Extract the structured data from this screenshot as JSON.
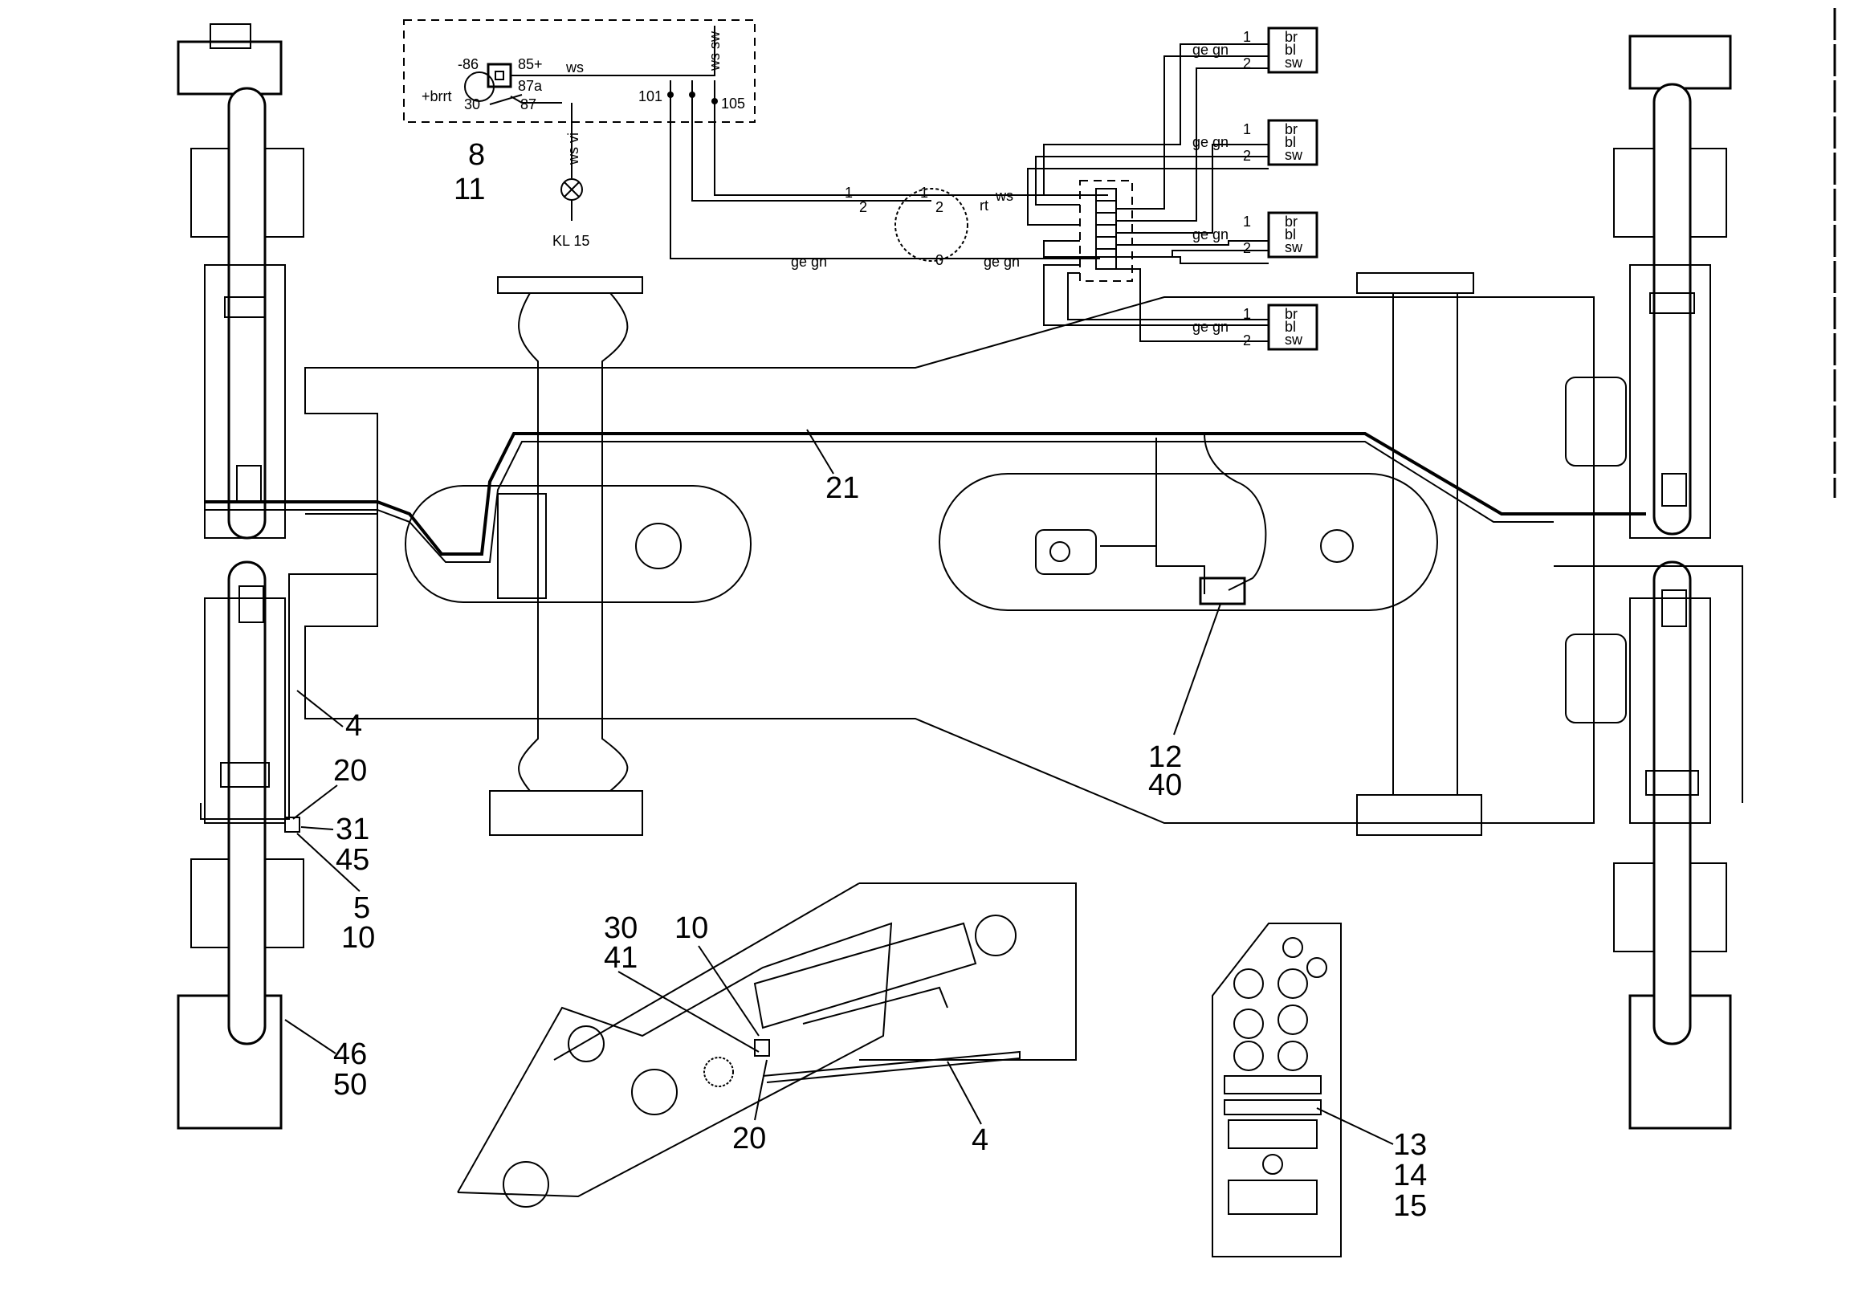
{
  "callouts": {
    "c8": "8",
    "c11": "11",
    "c21": "21",
    "c12": "12",
    "c40": "40",
    "c4a": "4",
    "c20a": "20",
    "c31": "31",
    "c45": "45",
    "c5": "5",
    "c10a": "10",
    "c46": "46",
    "c50": "50",
    "c30": "30",
    "c41": "41",
    "c10b": "10",
    "c20b": "20",
    "c4b": "4",
    "c13": "13",
    "c14": "14",
    "c15": "15"
  },
  "schematic": {
    "relay": {
      "t86": "-86",
      "t85": "85+",
      "t87a": "87a",
      "t30": "30",
      "t87": "87",
      "brrt": "+brrt"
    },
    "ws_top": "ws",
    "wssw": "ws sw",
    "wsvi": "ws vi",
    "kl15": "KL 15",
    "n101": "101",
    "n105": "105",
    "sensor": {
      "s1": "1",
      "s2a": "2",
      "s1b": "1",
      "s2b": "2",
      "s0": "0",
      "rt": "rt",
      "ws": "ws"
    },
    "gegn_left": "ge gn",
    "gegn_right": "ge gn"
  },
  "connectors": [
    {
      "p1": "1",
      "p2": "2",
      "mid": "ge gn",
      "pins": [
        "br",
        "bl",
        "sw"
      ]
    },
    {
      "p1": "1",
      "p2": "2",
      "mid": "ge gn",
      "pins": [
        "br",
        "bl",
        "sw"
      ]
    },
    {
      "p1": "1",
      "p2": "2",
      "mid": "ge gn",
      "pins": [
        "br",
        "bl",
        "sw"
      ]
    },
    {
      "p1": "1",
      "p2": "2",
      "mid": "ge gn",
      "pins": [
        "br",
        "bl",
        "sw"
      ]
    }
  ]
}
